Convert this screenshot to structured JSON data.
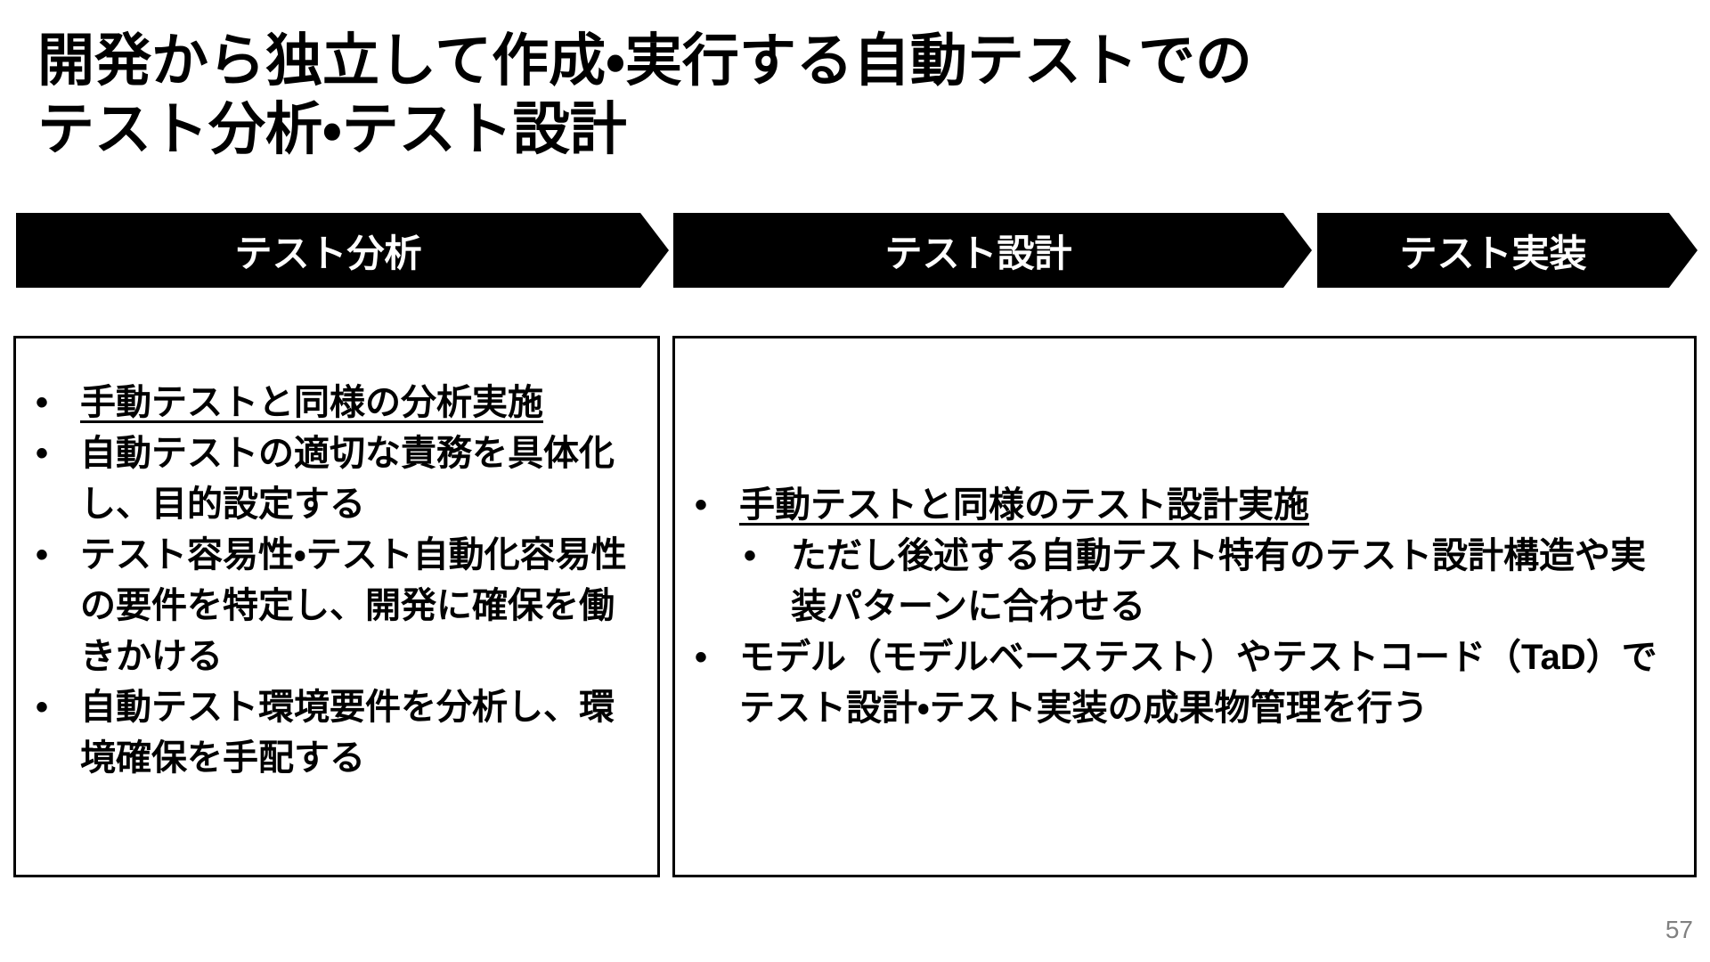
{
  "slide": {
    "title": {
      "line1": "開発から独立して作成・実行する自動テストでの",
      "line2": "テスト分析・テスト設計"
    },
    "page_number": "57"
  },
  "process_flow": {
    "arrows": [
      {
        "label": "テスト分析"
      },
      {
        "label": "テスト設計"
      },
      {
        "label": "テスト実装"
      }
    ]
  },
  "analysis_box": {
    "items": [
      {
        "text": "手動テストと同様の分析実施",
        "underline": true,
        "level": 1
      },
      {
        "text": "自動テストの適切な責務を具体化し、目的設定する",
        "underline": false,
        "level": 1
      },
      {
        "text": "テスト容易性・テスト自動化容易性の要件を特定し、開発に確保を働きかける",
        "underline": false,
        "level": 1
      },
      {
        "text": "自動テスト環境要件を分析し、環境確保を手配する",
        "underline": false,
        "level": 1
      }
    ]
  },
  "design_box": {
    "items": [
      {
        "text": "手動テストと同様のテスト設計実施",
        "underline": true,
        "level": 1
      },
      {
        "text": "ただし後述する自動テスト特有のテスト設計構造や実装パターンに合わせる",
        "underline": false,
        "level": 2
      },
      {
        "text": "モデル（モデルベーステスト）やテストコード（TaD）でテスト設計・テスト実装の成果物管理を行う",
        "underline": false,
        "level": 1
      }
    ]
  },
  "icons": {
    "bullet": "•"
  },
  "colors": {
    "background": "#ffffff",
    "text": "#000000",
    "arrow_bg": "#000000",
    "arrow_text": "#ffffff",
    "box_border": "#000000",
    "page_number": "#808080"
  }
}
